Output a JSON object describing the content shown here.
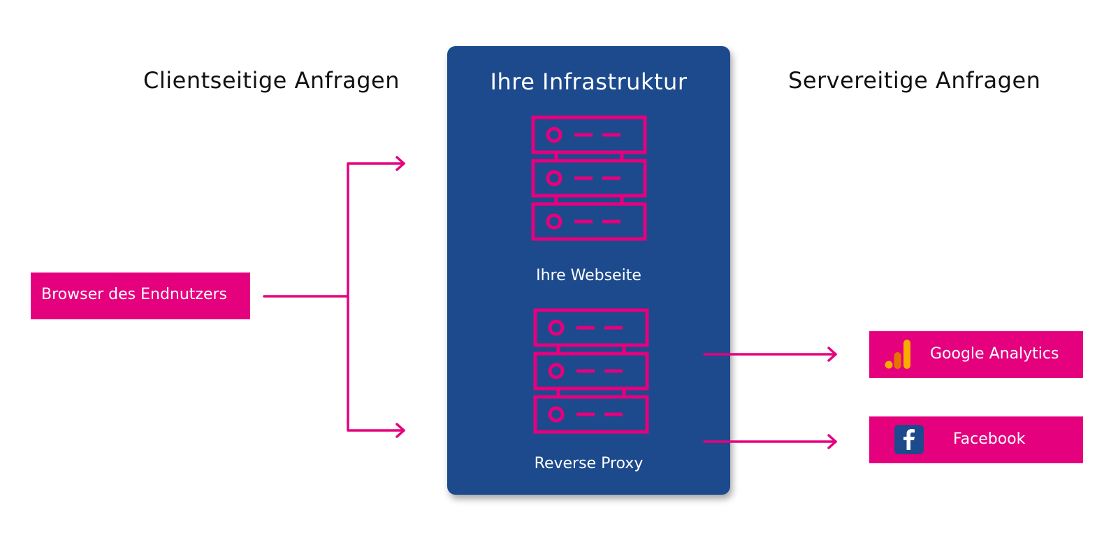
{
  "headings": {
    "client": "Clientseitige Anfragen",
    "server": "Servereitige Anfragen"
  },
  "infrastructure": {
    "title": "Ihre Infrastruktur",
    "website_label": "Ihre Webseite",
    "proxy_label": "Reverse Proxy",
    "website_icon": "server-rack-icon",
    "proxy_icon": "server-rack-icon"
  },
  "nodes": {
    "browser": "Browser des Endnutzers",
    "google_analytics": {
      "label": "Google Analytics",
      "icon": "google-analytics-icon"
    },
    "facebook": {
      "label": "Facebook",
      "icon": "facebook-icon"
    }
  },
  "colors": {
    "accent_pink": "#e5007e",
    "infra_blue": "#1c4a8c",
    "ga_orange": "#f9ab00",
    "ga_dark_orange": "#e37400"
  }
}
